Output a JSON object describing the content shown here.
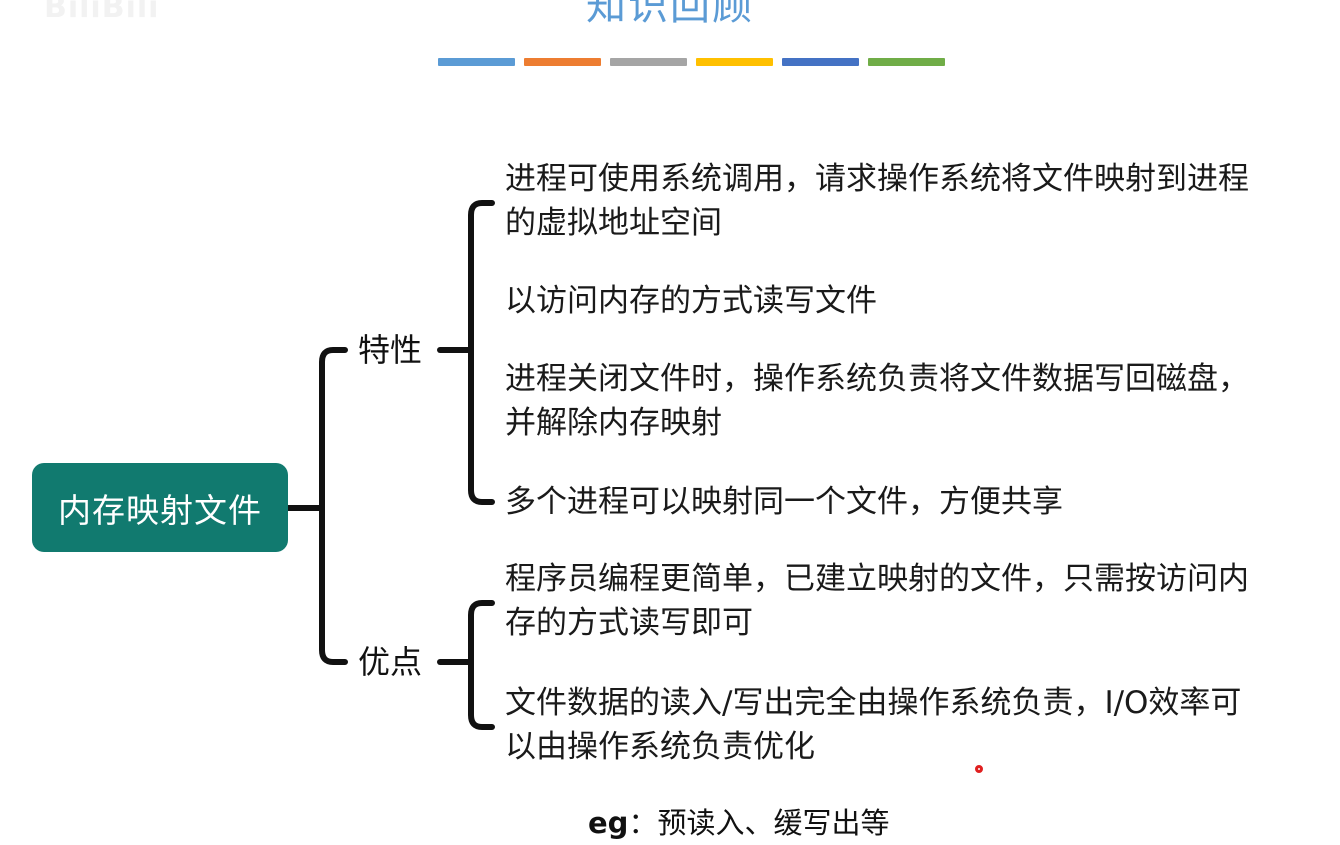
{
  "header": {
    "title": "知识回顾",
    "watermark": "BiliBili",
    "accent_bars": [
      "#5b9bd5",
      "#ed7d31",
      "#a5a5a5",
      "#ffc000",
      "#4472c4",
      "#70ad47"
    ]
  },
  "mindmap": {
    "root": {
      "label": "内存映射文件",
      "color": "#117a6f"
    },
    "branches": [
      {
        "label": "特性",
        "items": [
          "进程可使用系统调用，请求操作系统将文件映射到进程的虚拟地址空间",
          "以访问内存的方式读写文件",
          "进程关闭文件时，操作系统负责将文件数据写回磁盘，并解除内存映射",
          "多个进程可以映射同一个文件，方便共享"
        ]
      },
      {
        "label": "优点",
        "items": [
          "程序员编程更简单，已建立映射的文件，只需按访问内存的方式读写即可",
          "文件数据的读入/写出完全由操作系统负责，I/O效率可以由操作系统负责优化"
        ]
      }
    ],
    "connector_color": "#111111"
  },
  "footer": {
    "example_prefix": "eg",
    "example_text": "：预读入、缓写出等"
  }
}
